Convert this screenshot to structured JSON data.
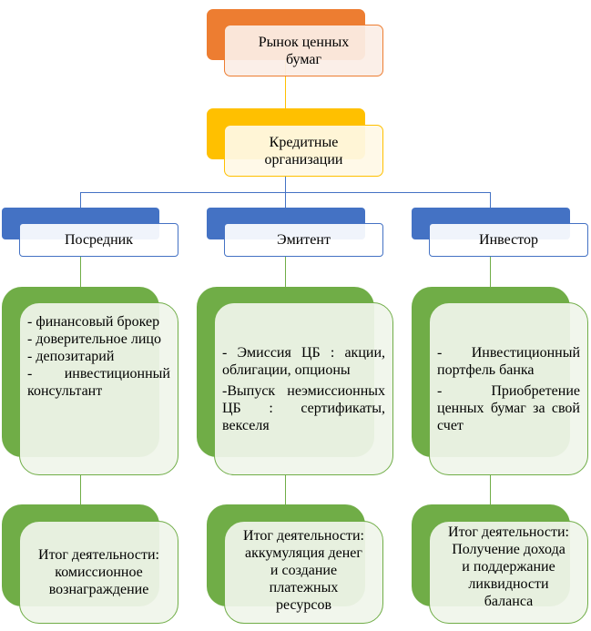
{
  "diagram": {
    "root": {
      "label": "Рынок ценных бумаг",
      "lines": [
        "Рынок ценных",
        "бумаг"
      ],
      "color": "#ed7d31"
    },
    "level1": {
      "label": "Кредитные организации",
      "lines": [
        "Кредитные",
        "организации"
      ],
      "color": "#ffc000"
    },
    "branch_color": "#4472c4",
    "detail_color": "#70ad47",
    "branches": [
      {
        "role": "Посредник",
        "items": [
          "- финансовый брокер",
          "- доверительное лицо",
          "- депозитарий",
          "- инвестиционный консультант"
        ],
        "result": [
          "Итог деятельности:",
          "комиссионное",
          "вознаграждение"
        ]
      },
      {
        "role": "Эмитент",
        "items": [
          "- Эмиссия ЦБ : акции, облигации, опционы",
          "-Выпуск неэмиссионных ЦБ : сертификаты, векселя"
        ],
        "result": [
          "Итог деятельности:",
          "аккумуляция денег",
          "и создание",
          "платежных",
          "ресурсов"
        ]
      },
      {
        "role": "Инвестор",
        "items": [
          "- Инвестиционный портфель банка",
          "- Приобретение ценных бумаг за свой счет"
        ],
        "result": [
          "Итог деятельности:",
          "Получение дохода",
          "и поддержание",
          "ликвидности",
          "баланса"
        ]
      }
    ]
  }
}
